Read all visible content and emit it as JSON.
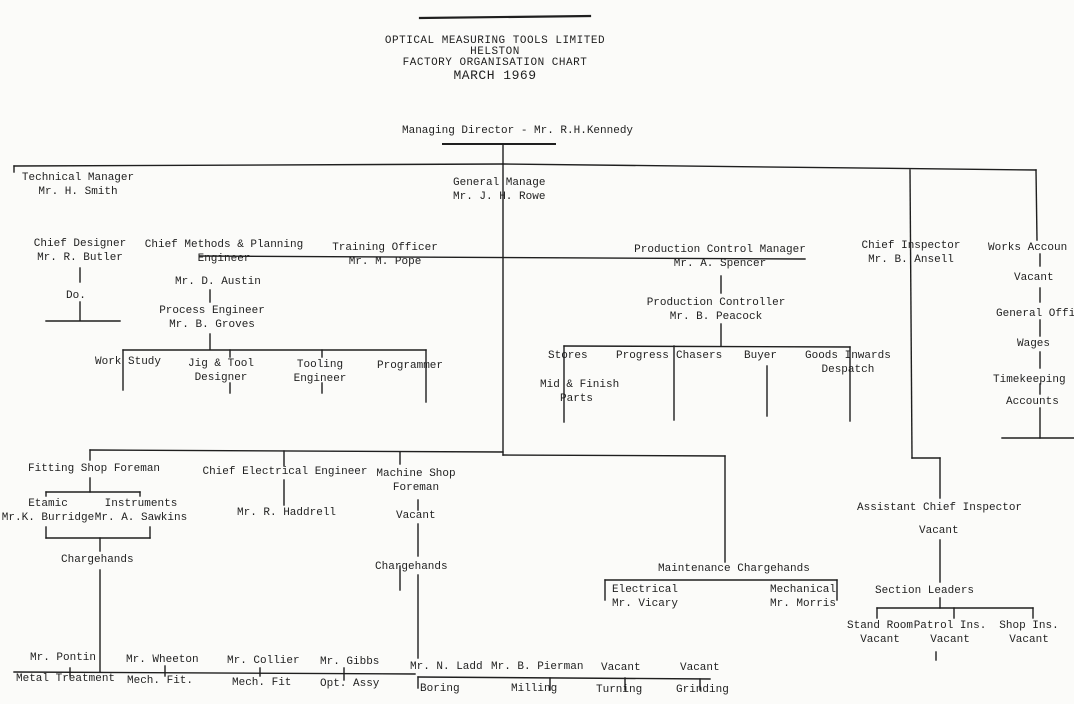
{
  "header": {
    "company": "OPTICAL MEASURING TOOLS LIMITED",
    "location": "HELSTON",
    "chart_title": "FACTORY ORGANISATION CHART",
    "date": "MARCH 1969"
  },
  "nodes": {
    "managing_director": "Managing Director - Mr. R.H.Kennedy",
    "technical_manager": {
      "title": "Technical Manager",
      "name": "Mr. H. Smith"
    },
    "general_manager": {
      "title": "General Manage",
      "name": "Mr. J. H. Rowe"
    },
    "chief_designer": {
      "title": "Chief Designer",
      "name": "Mr. R. Butler",
      "sub": "Do."
    },
    "chief_methods": {
      "title": "Chief Methods & Planning",
      "title2": "Engineer",
      "name": "Mr. D. Austin"
    },
    "training_officer": {
      "title": "Training Officer",
      "name": "Mr. M. Pope"
    },
    "process_engineer": {
      "title": "Process Engineer",
      "name": "Mr. B. Groves"
    },
    "work_study": "Work Study",
    "jig_tool": {
      "line1": "Jig & Tool",
      "line2": "Designer"
    },
    "tooling": {
      "line1": "Tooling",
      "line2": "Engineer"
    },
    "programmer": "Programmer",
    "production_control_manager": {
      "title": "Production Control Manager",
      "name": "Mr. A. Spencer"
    },
    "production_controller": {
      "title": "Production Controller",
      "name": "Mr. B. Peacock"
    },
    "stores": "Stores",
    "progress": "Progress",
    "chasers": "Chasers",
    "buyer": "Buyer",
    "goods_inwards": {
      "line1": "Goods Inwards",
      "line2": "Despatch"
    },
    "mid_finish": {
      "line1": "Mid & Finish",
      "line2": "Parts"
    },
    "chief_inspector": {
      "title": "Chief Inspector",
      "name": "Mr. B. Ansell"
    },
    "works_accountant": {
      "title": "Works Accoun",
      "name": "Vacant"
    },
    "general_office": "General Offi",
    "wages": "Wages",
    "timekeeping": "Timekeeping",
    "accounts": "Accounts",
    "fitting_shop_foreman": "Fitting Shop Foreman",
    "etamic": {
      "title": "Etamic",
      "name": "Mr.K. Burridge"
    },
    "instruments": {
      "title": "Instruments",
      "name": "Mr. A. Sawkins"
    },
    "fitting_chargehands": "Chargehands",
    "chief_electrical": {
      "title": "Chief Electrical Engineer",
      "name": "Mr. R. Haddrell"
    },
    "machine_shop_foreman": {
      "title": "Machine Shop",
      "title2": "Foreman",
      "name": "Vacant"
    },
    "machine_chargehands": "Chargehands",
    "maintenance_chargehands": "Maintenance Chargehands",
    "electrical": {
      "title": "Electrical",
      "name": "Mr. Vicary"
    },
    "mechanical": {
      "title": "Mechanical",
      "name": "Mr. Morris"
    },
    "assistant_chief_inspector": {
      "title": "Assistant Chief Inspector",
      "name": "Vacant"
    },
    "section_leaders": "Section Leaders",
    "stand_room": {
      "title": "Stand Room",
      "name": "Vacant"
    },
    "patrol_ins": {
      "title": "Patrol Ins.",
      "name": "Vacant"
    },
    "shop_ins": {
      "title": "Shop Ins.",
      "name": "Vacant"
    },
    "fitting_staff": [
      {
        "name": "Mr. Pontin",
        "role": "Metal Treatment"
      },
      {
        "name": "Mr. Wheeton",
        "role": "Mech. Fit."
      },
      {
        "name": "Mr. Collier",
        "role": "Mech. Fit"
      },
      {
        "name": "Mr. Gibbs",
        "role": "Opt. Assy"
      }
    ],
    "machine_staff": [
      {
        "name": "Mr. N. Ladd",
        "role": "Boring"
      },
      {
        "name": "Mr. B. Pierman",
        "role": "Milling"
      },
      {
        "name": "Vacant",
        "role": "Turning"
      },
      {
        "name": "Vacant",
        "role": "Grinding"
      }
    ]
  }
}
